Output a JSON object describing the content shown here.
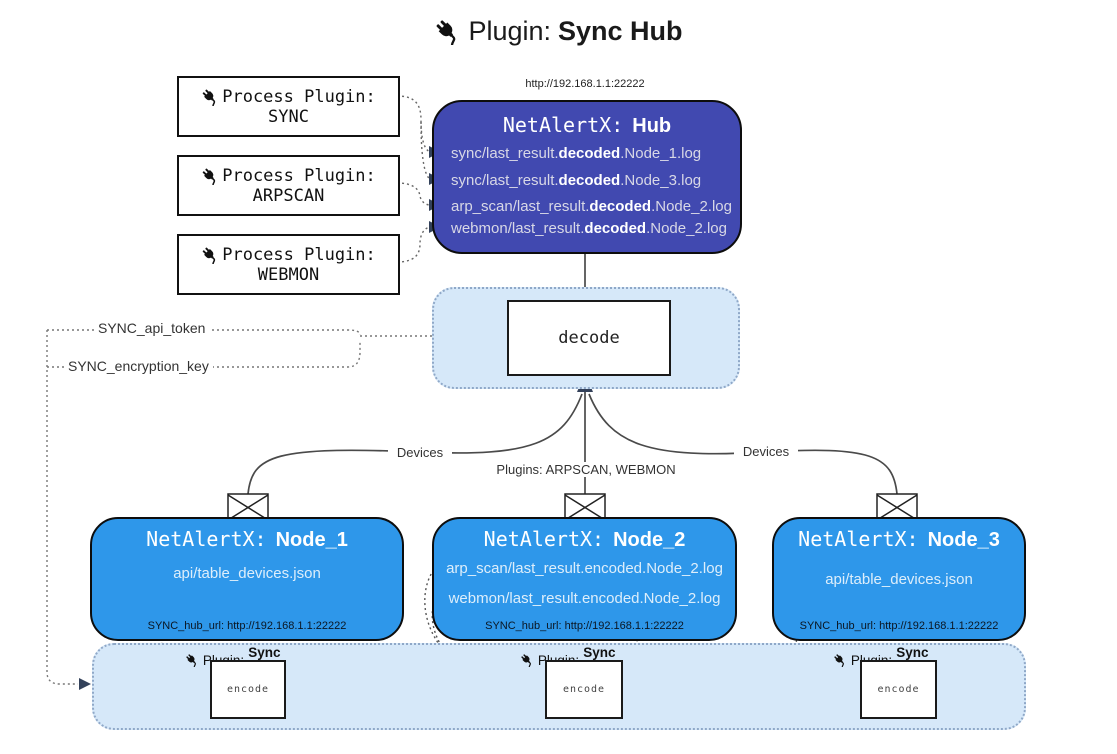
{
  "title": {
    "label": "Plugin:",
    "name": "Sync Hub"
  },
  "process_plugins": [
    {
      "label": "Process Plugin:",
      "name": "SYNC"
    },
    {
      "label": "Process Plugin:",
      "name": "ARPSCAN"
    },
    {
      "label": "Process Plugin:",
      "name": "WEBMON"
    }
  ],
  "hub": {
    "url": "http://192.168.1.1:22222",
    "title_label": "NetAlertX:",
    "title_name": "Hub",
    "files": [
      {
        "pre": "sync/last_result.",
        "bold": "decoded",
        "post": ".Node_1.log"
      },
      {
        "pre": "sync/last_result.",
        "bold": "decoded",
        "post": ".Node_3.log"
      },
      {
        "pre": "arp_scan/last_result.",
        "bold": "decoded",
        "post": ".Node_2.log"
      },
      {
        "pre": "webmon/last_result.",
        "bold": "decoded",
        "post": ".Node_2.log"
      }
    ]
  },
  "decode": {
    "label": "decode"
  },
  "secrets": {
    "api_token": "SYNC_api_token",
    "encryption_key": "SYNC_encryption_key"
  },
  "edge_labels": {
    "devices_left": "Devices",
    "plugins_mid": "Plugins: ARPSCAN, WEBMON",
    "devices_right": "Devices"
  },
  "nodes": [
    {
      "title_label": "NetAlertX:",
      "title_name": "Node_1",
      "files": [
        "api/table_devices.json"
      ],
      "hub_url": "SYNC_hub_url: http://192.168.1.1:22222"
    },
    {
      "title_label": "NetAlertX:",
      "title_name": "Node_2",
      "files": [
        "arp_scan/last_result.encoded.Node_2.log",
        "webmon/last_result.encoded.Node_2.log"
      ],
      "hub_url": "SYNC_hub_url: http://192.168.1.1:22222"
    },
    {
      "title_label": "NetAlertX:",
      "title_name": "Node_3",
      "files": [
        "api/table_devices.json"
      ],
      "hub_url": "SYNC_hub_url: http://192.168.1.1:22222"
    }
  ],
  "encode_band": {
    "plugin_label": "Plugin:",
    "plugin_name": "Sync Hub",
    "encode_label": "encode"
  },
  "colors": {
    "hub_fill": "#4149B0",
    "node_fill": "#2E97EA",
    "band_fill": "#D6E8F9",
    "band_border": "#8FA8C8",
    "arrow_dark": "#33415A"
  }
}
